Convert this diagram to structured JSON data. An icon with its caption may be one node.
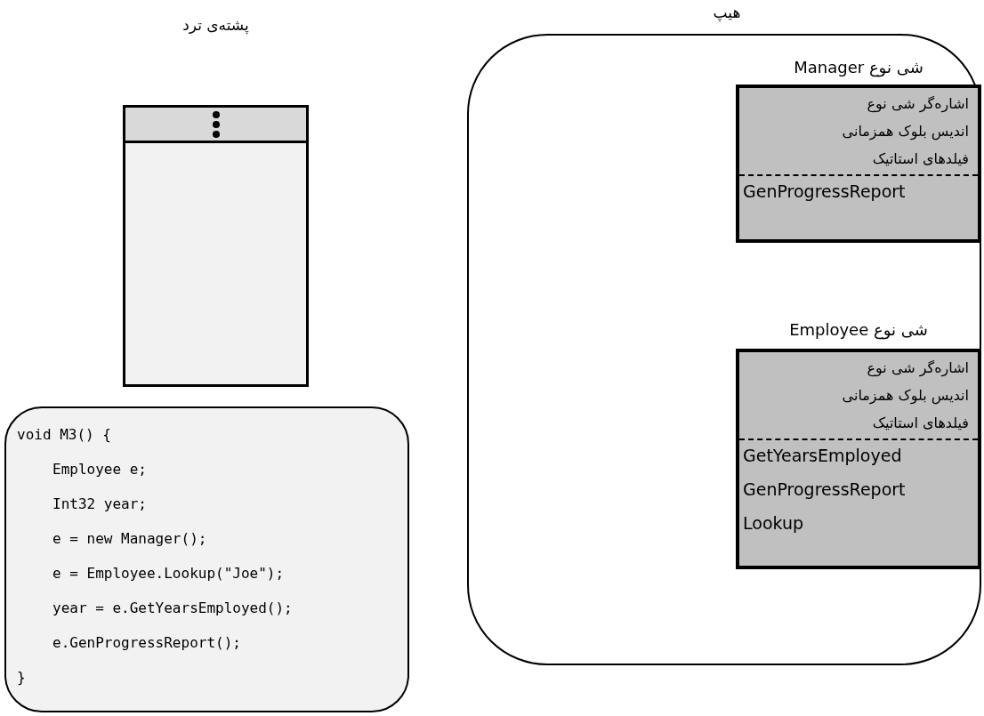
{
  "diagram": {
    "nodes": [
      {
        "text": [
          "پشته‌ی ترد"
        ]
      },
      {
        "text": [
          "void M3() {",
          "Employee e;",
          "Int32 year;",
          "e = new Manager();",
          "e = Employee.Lookup(\"Joe\");",
          "year = e.GetYearsEmployed();",
          "e.GenProgressReport();",
          "}"
        ]
      },
      {
        "text": [
          "هیپ"
        ]
      },
      {
        "text": [
          "شی نوع Manager",
          "اشاره‌گر شی نوع",
          "اندیس بلوک همزمانی",
          "فیلدهای استاتیک",
          "GenProgressReport"
        ],
        "in": 2
      },
      {
        "text": [
          "شی نوع Employee",
          "اشاره‌گر شی نوع",
          "اندیس بلوک همزمانی",
          "فیلدهای استاتیک",
          "GetYearsEmployed",
          "GenProgressReport",
          "Lookup"
        ],
        "in": 2
      }
    ]
  }
}
